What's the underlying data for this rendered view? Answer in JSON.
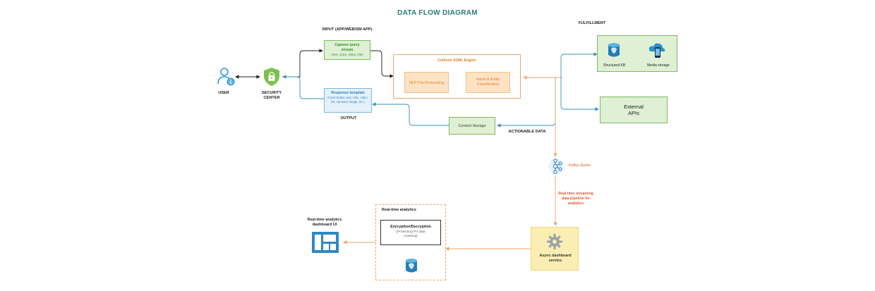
{
  "title": "DATA FLOW DIAGRAM",
  "nodes": {
    "user": "USER",
    "security": "SECURITY CENTER",
    "input_header": "INPUT (APP/WEB/SM APP)",
    "capture_title": "Capture query stream",
    "capture_sub": "(Text, Voice, Video, File)",
    "response_title": "Response template",
    "response_sub": "(Card, button, text, URL, video, list, carousel, image, etc.)",
    "output": "OUTPUT",
    "engine_title": "Collover AI/ML Engine",
    "nlp": "NLP Pre-Processing",
    "intent": "Intent & Entity Classification",
    "context": "Context Storage",
    "actionable": "ACTIONABLE DATA",
    "fulfillment": "FULFILLMENT",
    "structured_kb": "Structured KB",
    "media_storage": "Media storage",
    "external_apis": "External APIs",
    "kafka": "Kafka cluster",
    "streaming_note": "Real-time streaming data pipeline for analytics",
    "async_service": "Async dashboard service",
    "realtime_analytics": "Real-time analytics",
    "encryption_title": "Encryption/Decryption",
    "encryption_sub": "(Protecting PII data masking)",
    "dashboard_ui": "Real-time analytics dashboard UI"
  },
  "colors": {
    "title": "#2a7b76",
    "blue_line": "#3a8fb7",
    "orange_line": "#f0a46a",
    "dark_line": "#222222",
    "green_fill": "#dff0d5",
    "blue_fill": "#e4f1fa",
    "yellow_fill": "#fbeeb2"
  },
  "icons": [
    "user-icon",
    "shield-lock-icon",
    "database-icon",
    "cloud-phone-icon",
    "kafka-icon",
    "gear-icon",
    "dashboard-icon"
  ]
}
